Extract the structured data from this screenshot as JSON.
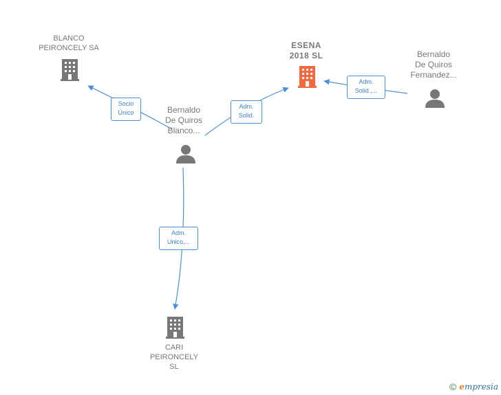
{
  "nodes": {
    "blanco": {
      "label": "BLANCO\nPEIRONCELY SA",
      "type": "company",
      "highlight": false
    },
    "esena": {
      "label": "ESENA\n2018  SL",
      "type": "company",
      "highlight": true
    },
    "bernaldo_blanco": {
      "label": "Bernaldo\nDe Quiros\nBlanco...",
      "type": "person"
    },
    "bernaldo_fernandez": {
      "label": "Bernaldo\nDe Quiros\nFernandez...",
      "type": "person"
    },
    "cari": {
      "label": "CARI\nPEIRONCELY\nSL",
      "type": "company",
      "highlight": false
    }
  },
  "edges": {
    "socio_unico": {
      "label": "Socio\nÚnico",
      "from": "bernaldo_blanco",
      "to": "blanco"
    },
    "adm_solid_1": {
      "label": "Adm.\nSolid.",
      "from": "bernaldo_blanco",
      "to": "esena"
    },
    "adm_solid_2": {
      "label": "Adm.\nSolid.,...",
      "from": "bernaldo_fernandez",
      "to": "esena"
    },
    "adm_unico": {
      "label": "Adm.\nUnico,...",
      "from": "bernaldo_blanco",
      "to": "cari"
    }
  },
  "colors": {
    "edge": "#4a8fd8",
    "company": "#777777",
    "company_highlight": "#f26a3d",
    "person": "#777777"
  },
  "footer": {
    "copyright_symbol": "©",
    "brand_initial": "e",
    "brand_rest": "mpresia"
  }
}
